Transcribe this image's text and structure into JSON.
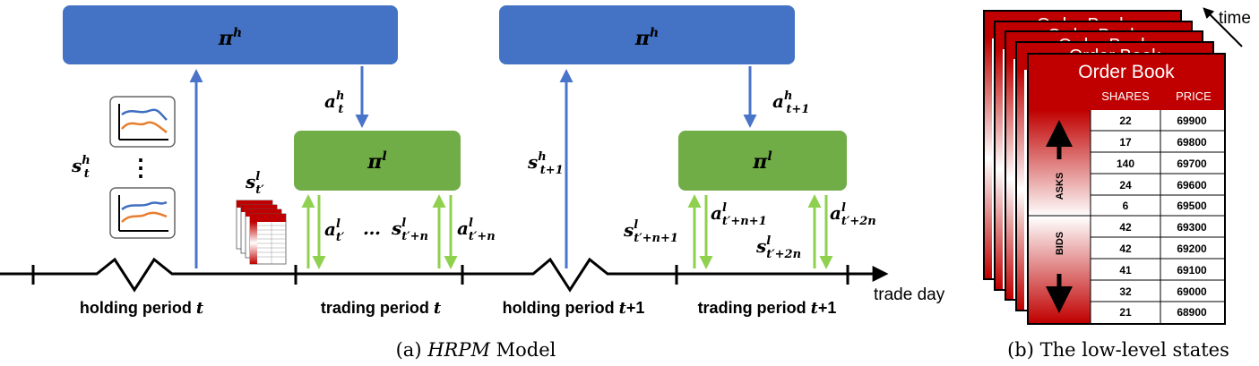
{
  "figure_a": {
    "caption_prefix": "(a) ",
    "caption_model": "HRPM",
    "caption_suffix": " Model",
    "high_policy": {
      "symbol": "π",
      "sup": "h"
    },
    "low_policy": {
      "symbol": "π",
      "sup": "l"
    },
    "labels": {
      "action_high_t": {
        "base": "a",
        "sup": "h",
        "sub": "t"
      },
      "action_high_t1": {
        "base": "a",
        "sup": "h",
        "sub": "t+1"
      },
      "state_high_t": {
        "base": "s",
        "sup": "h",
        "sub": "t"
      },
      "state_high_t1": {
        "base": "s",
        "sup": "h",
        "sub": "t+1"
      },
      "state_low_t": {
        "base": "s",
        "sup": "l",
        "sub": "t′"
      },
      "action_low_t": {
        "base": "a",
        "sup": "l",
        "sub": "t′"
      },
      "ellipsis": "…",
      "state_low_tn": {
        "base": "s",
        "sup": "l",
        "sub": "t′+n"
      },
      "action_low_tn": {
        "base": "a",
        "sup": "l",
        "sub": "t′+n"
      },
      "state_low_tn1": {
        "base": "s",
        "sup": "l",
        "sub": "t′+n+1"
      },
      "action_low_tn1": {
        "base": "a",
        "sup": "l",
        "sub": "t′+n+1"
      },
      "state_low_t2n": {
        "base": "s",
        "sup": "l",
        "sub": "t′+2n"
      },
      "action_low_t2n": {
        "base": "a",
        "sup": "l",
        "sub": "t′+2n"
      }
    },
    "periods": [
      {
        "text": "holding period ",
        "var": "t",
        "suffix": ""
      },
      {
        "text": "trading period ",
        "var": "t",
        "suffix": ""
      },
      {
        "text": "holding period ",
        "var": "t",
        "suffix": "+1"
      },
      {
        "text": "trading period ",
        "var": "t",
        "suffix": "+1"
      }
    ],
    "axis_label": "trade day",
    "vertical_dots": "⋮"
  },
  "figure_b": {
    "caption": "(b) The low-level states",
    "time_label": "time",
    "order_book": {
      "title": "Order Book",
      "col_shares": "SHARES",
      "col_price": "PRICE",
      "asks_label": "ASKS",
      "bids_label": "BIDS",
      "rows": [
        {
          "shares": "22",
          "price": "69900"
        },
        {
          "shares": "17",
          "price": "69800"
        },
        {
          "shares": "140",
          "price": "69700"
        },
        {
          "shares": "24",
          "price": "69600"
        },
        {
          "shares": "6",
          "price": "69500"
        },
        {
          "shares": "42",
          "price": "69300"
        },
        {
          "shares": "42",
          "price": "69200"
        },
        {
          "shares": "41",
          "price": "69100"
        },
        {
          "shares": "32",
          "price": "69000"
        },
        {
          "shares": "21",
          "price": "68900"
        }
      ]
    }
  },
  "colors": {
    "high_box": "#4472c4",
    "low_box": "#70ad47",
    "high_arrow": "#4a74c9",
    "low_arrow": "#8fd14f",
    "order_book_red": "#c00000"
  }
}
